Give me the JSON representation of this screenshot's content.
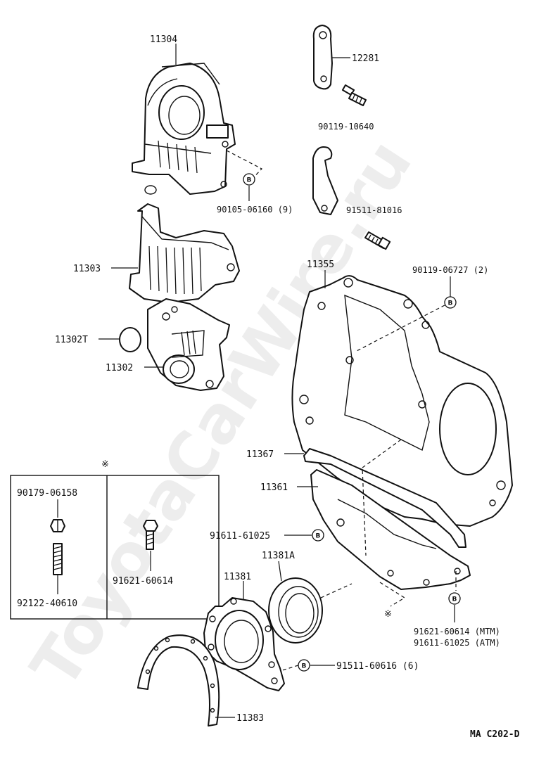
{
  "watermark": "ToyotaCarWire.ru",
  "diagram_code": "MA C202-D",
  "bubble_letter": "B",
  "asterisk": "※",
  "labels": {
    "p11304": "11304",
    "p12281": "12281",
    "p90119_10640": "90119-10640",
    "p90105_06160": "90105-06160 (9)",
    "p91511_81016": "91511-81016",
    "p11303": "11303",
    "p11355": "11355",
    "p90119_06727": "90119-06727 (2)",
    "p11302T": "11302T",
    "p11302": "11302",
    "p11367": "11367",
    "p11361": "11361",
    "p91611_61025": "91611-61025",
    "p11381A": "11381A",
    "p11381": "11381",
    "p90179_06158": "90179-06158",
    "p91621_60614": "91621-60614",
    "p92122_40610": "92122-40610",
    "p91621_mtm": "91621-60614 (MTM)",
    "p91611_atm": "91611-61025 (ATM)",
    "p91511_60616": "91511-60616 (6)",
    "p11383": "11383"
  }
}
